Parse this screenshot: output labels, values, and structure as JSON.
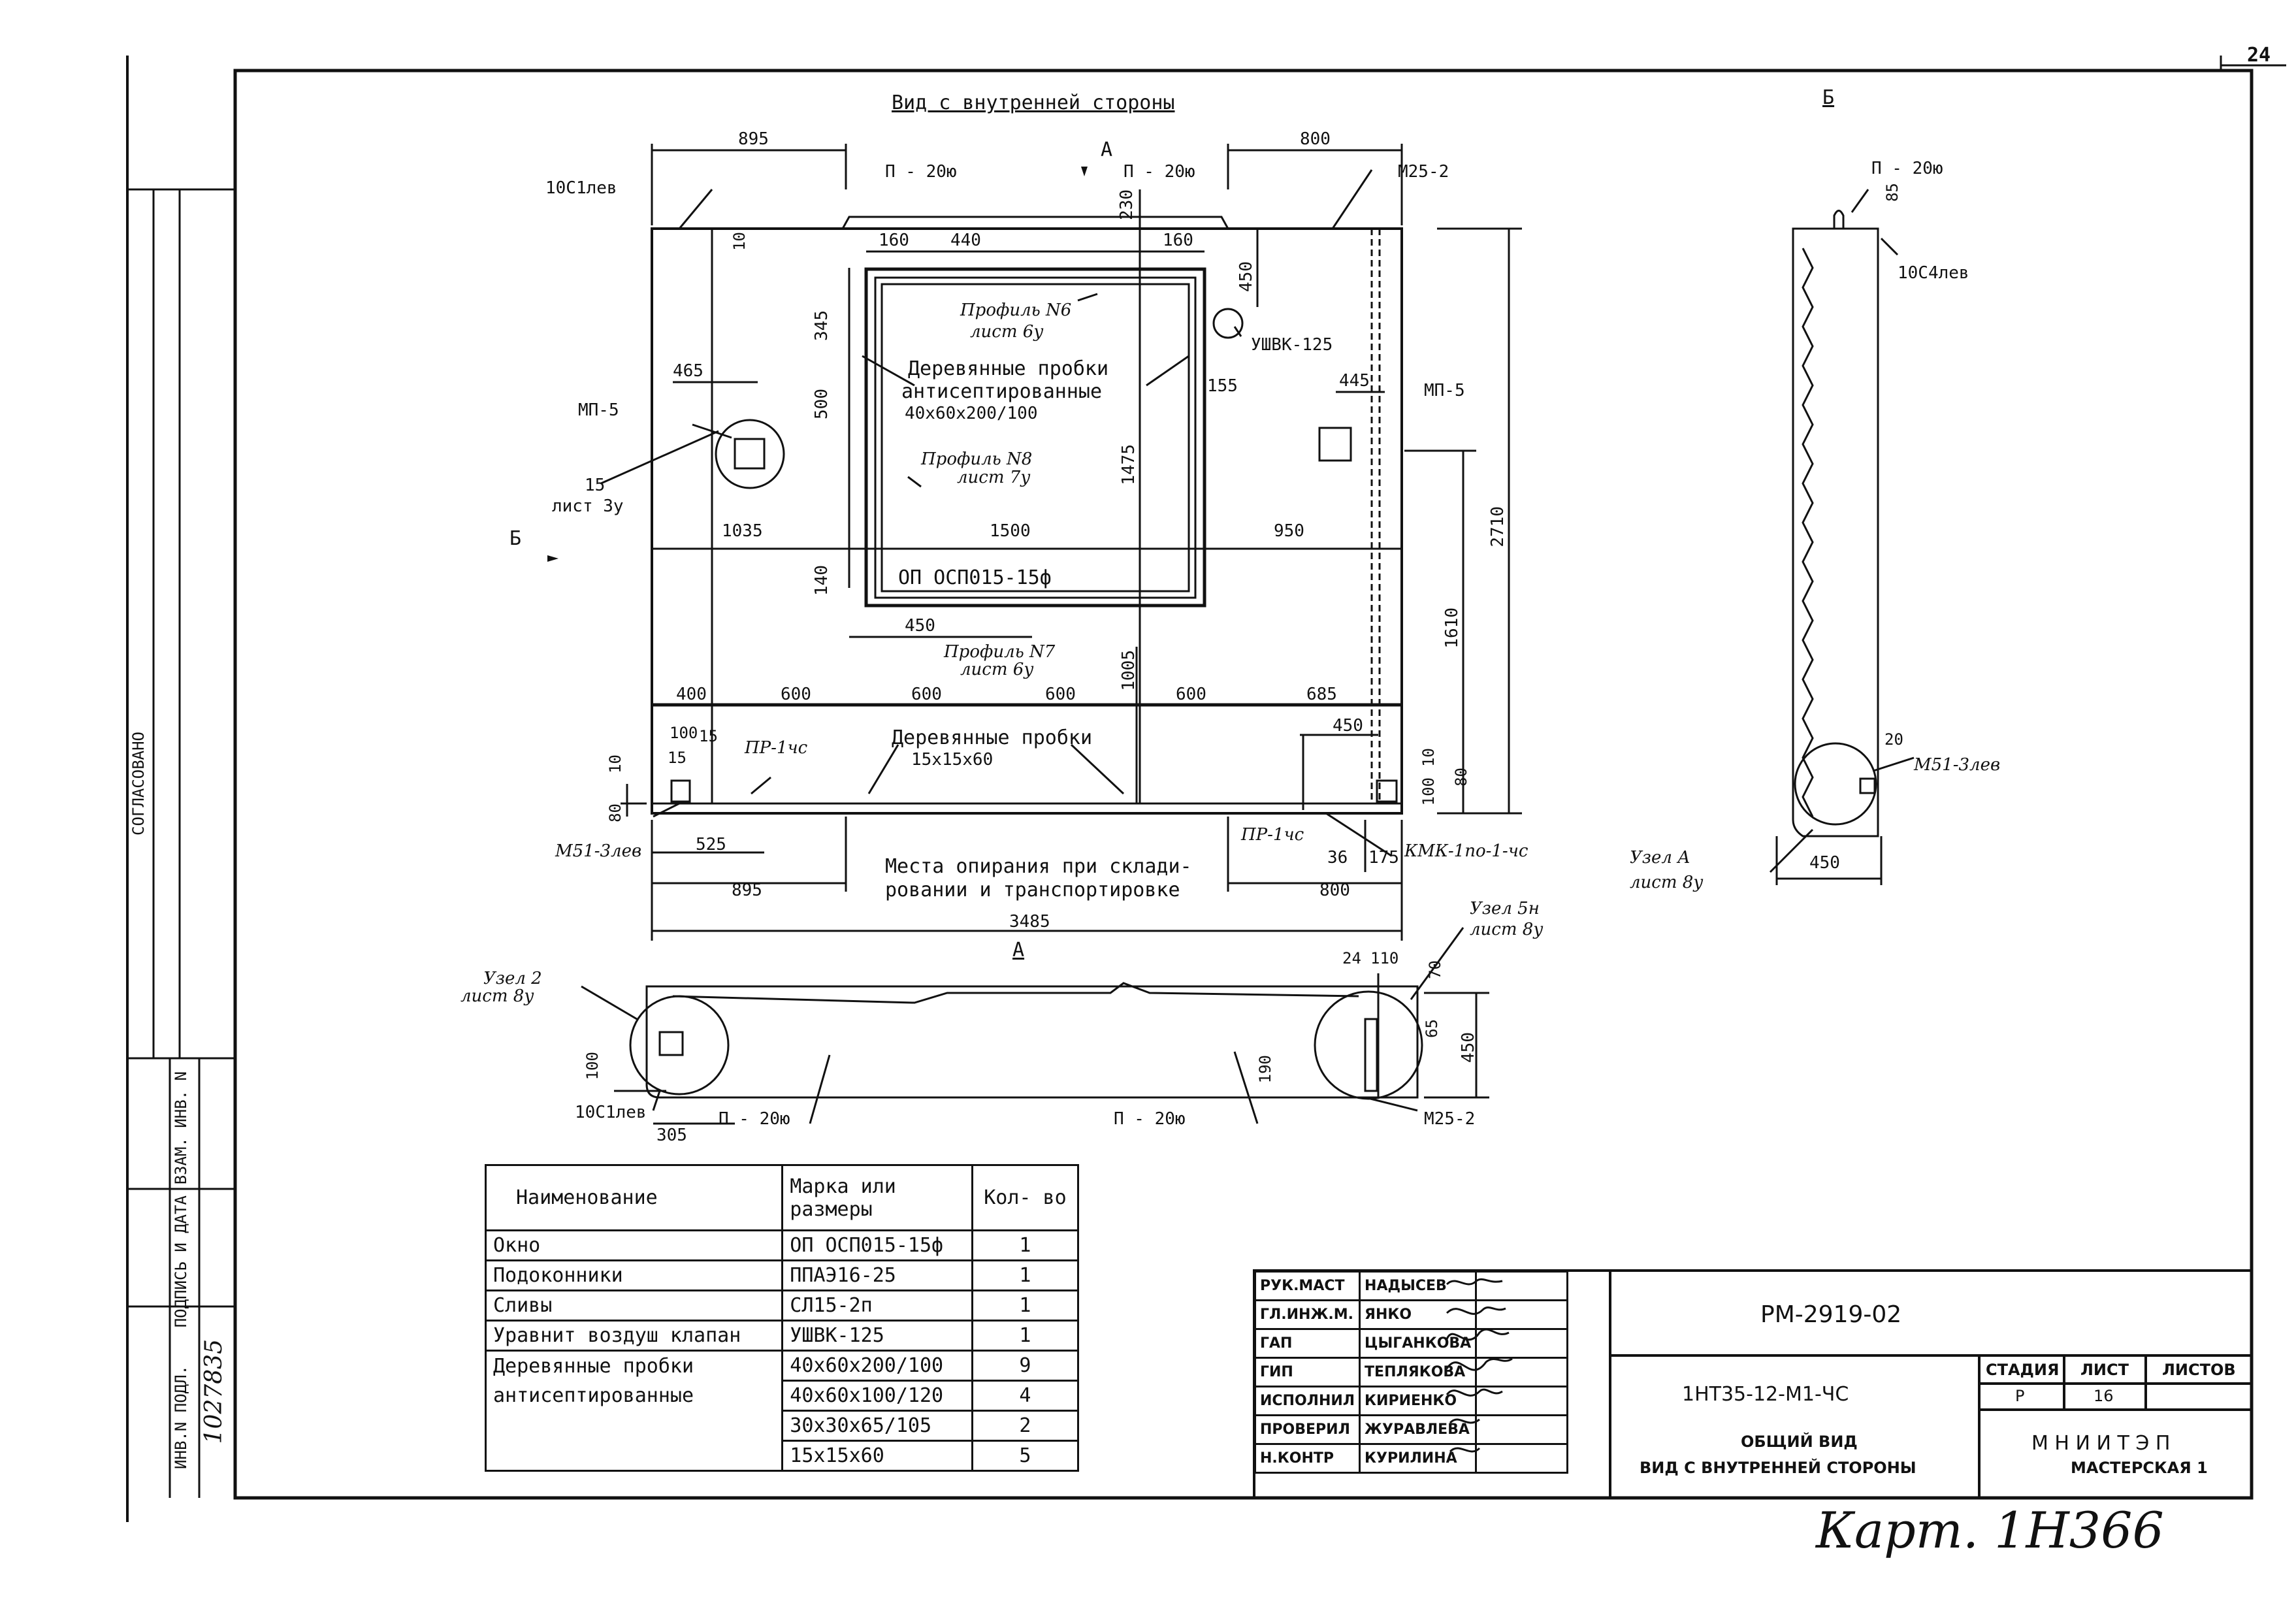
{
  "sheet_number": "24",
  "views": {
    "inner_view_title": "Вид с внутренней стороны",
    "section_b_label": "Б",
    "section_a_label": "А",
    "arrow_a": "А",
    "arrow_b": "Б"
  },
  "labels": {
    "p20_left": "П - 20ю",
    "p20_right": "П - 20ю",
    "p20_side": "П - 20ю",
    "p20_bottom_left": "П - 20ю",
    "p20_bottom_right": "П - 20ю",
    "m25_2": "М25-2",
    "m25_2_bottom": "М25-2",
    "c10_left": "10С1лев",
    "c10_bottom": "10С1лев",
    "c10_side": "10С4лев",
    "ushvk": "УШВК-125",
    "mp5_left": "МП-5",
    "mp5_right": "МП-5",
    "sheet3_num": "15",
    "sheet3_ref": "лист 3у",
    "wood_plugs_1": "Деревянные пробки",
    "wood_plugs_2": "антисептированные",
    "wood_plugs_3": "40х60х200/100",
    "profile6": "Профиль N6",
    "profile6_sheet": "лист 6у",
    "profile8": "Профиль N8",
    "profile8_sheet": "лист 7у",
    "profile7": "Профиль N7",
    "profile7_sheet": "лист 6у",
    "window_mark": "ОП ОСП015-15ф",
    "wood_plugs_small_1": "Деревянные пробки",
    "wood_plugs_small_2": "15х15х60",
    "pr1_left": "ПР-1чс",
    "pr1_right": "ПР-1чс",
    "m51_left": "М51-3лев",
    "m51_side": "М51-3лев",
    "kmk": "КМК-1по-1-чс",
    "support_1": "Места опирания при склади-",
    "support_2": "ровании и транспортировке",
    "node_a": "Узел А",
    "node_a_sheet": "лист 8у",
    "node_2": "Узел 2",
    "node_2_sheet": "лист 8у",
    "node_5": "Узел 5н",
    "node_5_sheet": "лист 8у"
  },
  "dims": {
    "d895_top": "895",
    "d800_top": "800",
    "d160a": "160",
    "d440": "440",
    "d160b": "160",
    "d230": "230",
    "d10_top": "10",
    "d450_top": "450",
    "d345": "345",
    "d500": "500",
    "d465": "465",
    "d155": "155",
    "d445": "445",
    "d1475": "1475",
    "d1035": "1035",
    "d1500": "1500",
    "d950": "950",
    "d2710": "2710",
    "d1610": "1610",
    "d140": "140",
    "d450_mid": "450",
    "d1005": "1005",
    "d400": "400",
    "d600a": "600",
    "d600b": "600",
    "d600c": "600",
    "d600d": "600",
    "d685": "685",
    "d450_r": "450",
    "d100a": "100",
    "d15a": "15",
    "d15b": "15",
    "d10_l": "10",
    "d80_l": "80",
    "d10_r": "10",
    "d100_r": "100",
    "d80_r": "80",
    "d525": "525",
    "d36": "36",
    "d175": "175",
    "d895_bot": "895",
    "d800_bot": "800",
    "d3485": "3485",
    "d85": "85",
    "d20": "20",
    "d450_side": "450",
    "d24": "24",
    "d110": "110",
    "d70": "70",
    "d65": "65",
    "d450_a": "450",
    "d190": "190",
    "d100_a": "100",
    "d305": "305"
  },
  "spec_table": {
    "headers": [
      "Наименование",
      "Марка или размеры",
      "Кол- во"
    ],
    "rows": [
      [
        "Окно",
        "ОП ОСП015-15ф",
        "1"
      ],
      [
        "Подоконники",
        "ППАЭ16-25",
        "1"
      ],
      [
        "Сливы",
        "СЛ15-2п",
        "1"
      ],
      [
        "Уравнит воздуш клапан",
        "УШВК-125",
        "1"
      ],
      [
        "Деревянные пробки",
        "40х60х200/100",
        "9"
      ],
      [
        "антисептированные",
        "40х60х100/120",
        "4"
      ],
      [
        "",
        "30х30х65/105",
        "2"
      ],
      [
        "",
        "15х15х60",
        "5"
      ]
    ]
  },
  "stamp": {
    "roles": [
      [
        "РУК.МАСТ",
        "НАДЫСЕВ"
      ],
      [
        "ГЛ.ИНЖ.М.",
        "ЯНКО"
      ],
      [
        "ГАП",
        "ЦЫГАНКОВА"
      ],
      [
        "ГИП",
        "ТЕПЛЯКОВА"
      ],
      [
        "ИСПОЛНИЛ",
        "КИРИЕНКО"
      ],
      [
        "ПРОВЕРИЛ",
        "ЖУРАВЛЕВА"
      ],
      [
        "Н.КОНТР",
        "КУРИЛИНА"
      ]
    ],
    "doc_code": "РМ-2919-02",
    "product": "1НТ35-12-М1-ЧС",
    "title_1": "ОБЩИЙ ВИД",
    "title_2": "ВИД С ВНУТРЕННЕЙ СТОРОНЫ",
    "stage_h": "СТАДИЯ",
    "sheet_h": "ЛИСТ",
    "sheets_h": "ЛИСТОВ",
    "stage": "Р",
    "sheet": "16",
    "sheets": "",
    "org": "М Н И И Т Э П",
    "workshop": "МАСТЕРСКАЯ 1"
  },
  "side_stamp": {
    "agreed": "СОГЛАСОВАНО",
    "inv_replace": "ВЗАМ. ИНВ. N",
    "sign_date": "ПОДПИСЬ И ДАТА",
    "inv_orig": "ИНВ.N ПОДЛ.",
    "inv_number": "1027835"
  },
  "archive_note": "Карт. 1Н366"
}
